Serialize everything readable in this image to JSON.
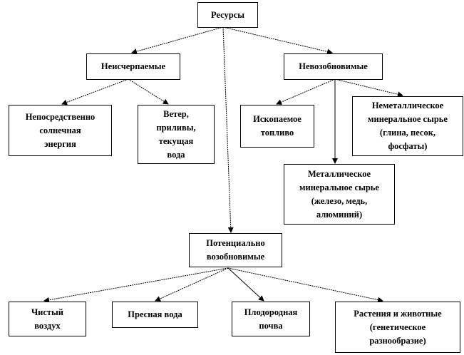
{
  "nodes": {
    "root": "Ресурсы",
    "inexhaustible": "Неисчерпаемые",
    "nonrenewable": "Невозобновимые",
    "solar": "Непосредственно\nсолнечная\nэнергия",
    "wind": "Ветер,\nприливы,\nтекущая\nвода",
    "fossil": "Ископаемое\nтопливо",
    "nonmetal": "Неметаллическое\nминеральное сырье\n(глина, песок,\nфосфаты)",
    "metal": "Металлическое\nминеральное сырье\n(железо, медь,\nалюминий)",
    "renewable": "Потенциально\nвозобновимые",
    "air": "Чистый\nвоздух",
    "water": "Пресная вода",
    "soil": "Плодородная\nпочва",
    "bio": "Растения и животные\n(генетическое\nразнообразие)"
  }
}
